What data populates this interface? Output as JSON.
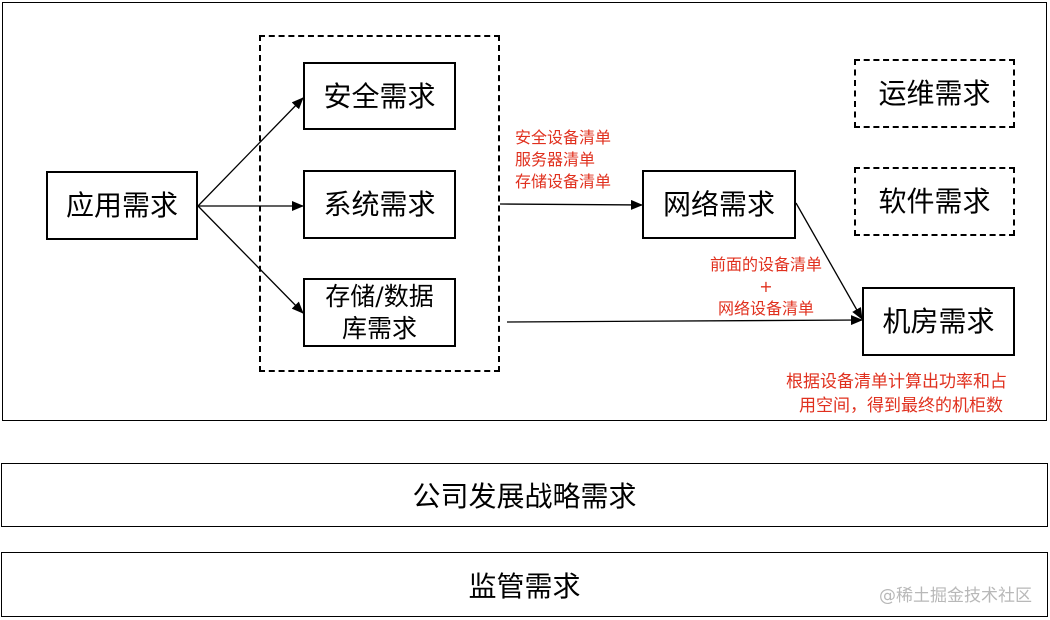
{
  "nodes": {
    "app": "应用需求",
    "security": "安全需求",
    "system": "系统需求",
    "storage_line1": "存储/数据",
    "storage_line2": "库需求",
    "network": "网络需求",
    "ops": "运维需求",
    "software": "软件需求",
    "datacenter": "机房需求"
  },
  "notes": {
    "to_network": [
      "安全设备清单",
      "服务器清单",
      "存储设备清单"
    ],
    "to_datacenter": [
      "前面的设备清单",
      "+",
      "网络设备清单"
    ],
    "datacenter_calc": [
      "根据设备清单计算出功率和占",
      "用空间，得到最终的机柜数"
    ]
  },
  "bars": {
    "strategy": "公司发展战略需求",
    "regulatory": "监管需求"
  },
  "watermark": "@稀土掘金技术社区",
  "colors": {
    "note": "#e0301e",
    "line": "#000000"
  }
}
